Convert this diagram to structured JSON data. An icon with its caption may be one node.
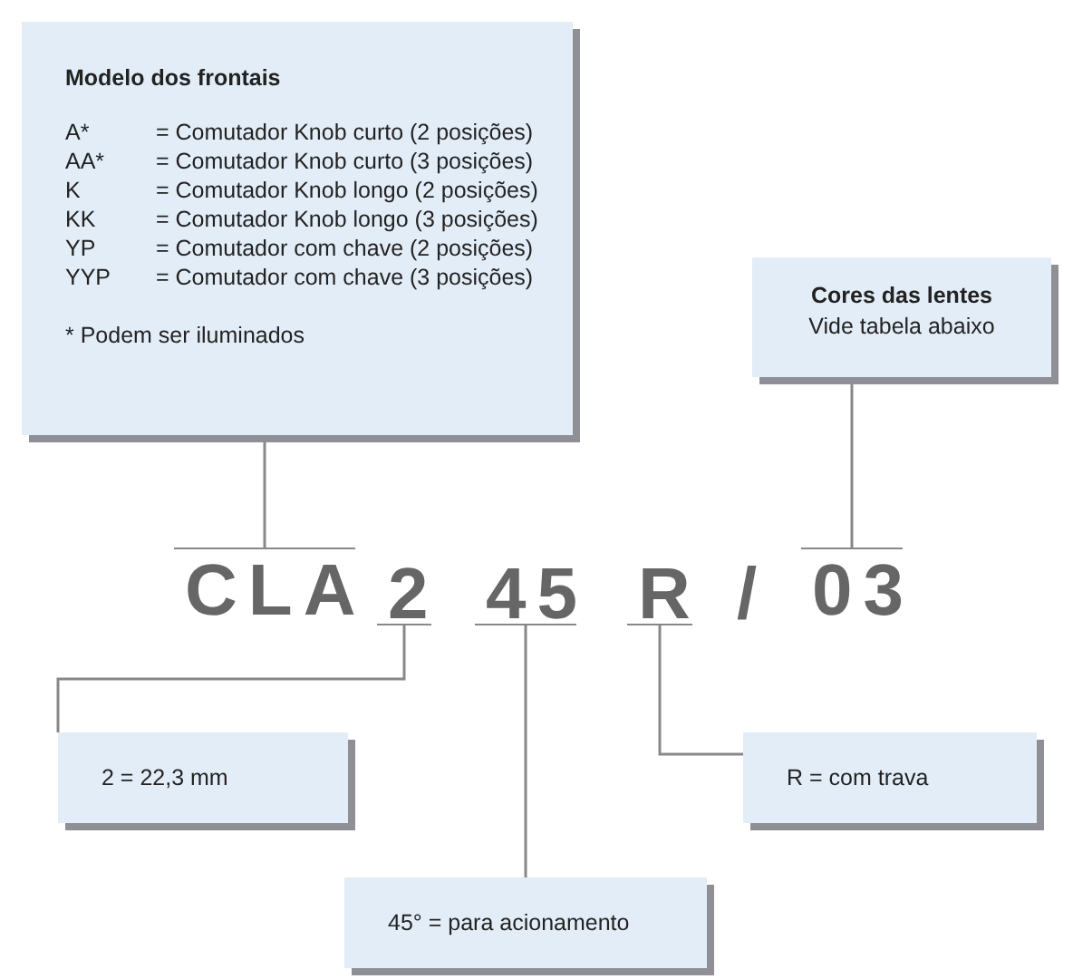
{
  "diagram": {
    "nodes": [
      {
        "text": [
          "Modelo dos frontais",
          "A*",
          "= Comutador Knob curto (2 posições)",
          "AA*",
          "= Comutador Knob curto (3 posições)",
          "K",
          "= Comutador Knob longo (2 posições)",
          "KK",
          "= Comutador Knob longo (3 posições)",
          "YP",
          "= Comutador com chave (2 posições)",
          "YYP",
          "= Comutador com chave (3 posições)",
          "* Podem ser iluminados"
        ]
      },
      {
        "text": [
          "Cores das lentes",
          "Vide tabela abaixo"
        ]
      },
      {
        "text": [
          "CLA"
        ]
      },
      {
        "text": [
          "2"
        ]
      },
      {
        "text": [
          "45"
        ]
      },
      {
        "text": [
          "R"
        ]
      },
      {
        "text": [
          "03"
        ]
      },
      {
        "text": [
          "2 = 22,3 mm"
        ]
      },
      {
        "text": [
          "R = com trava"
        ]
      },
      {
        "text": [
          "45° = para acionamento"
        ]
      }
    ],
    "edges": [
      {
        "from": 0,
        "to": 2,
        "arrow": "none"
      },
      {
        "from": 1,
        "to": 6,
        "arrow": "none"
      },
      {
        "from": 3,
        "to": 7,
        "arrow": "none"
      },
      {
        "from": 5,
        "to": 8,
        "arrow": "none"
      },
      {
        "from": 4,
        "to": 9,
        "arrow": "none"
      }
    ],
    "labels": [
      "/"
    ]
  }
}
